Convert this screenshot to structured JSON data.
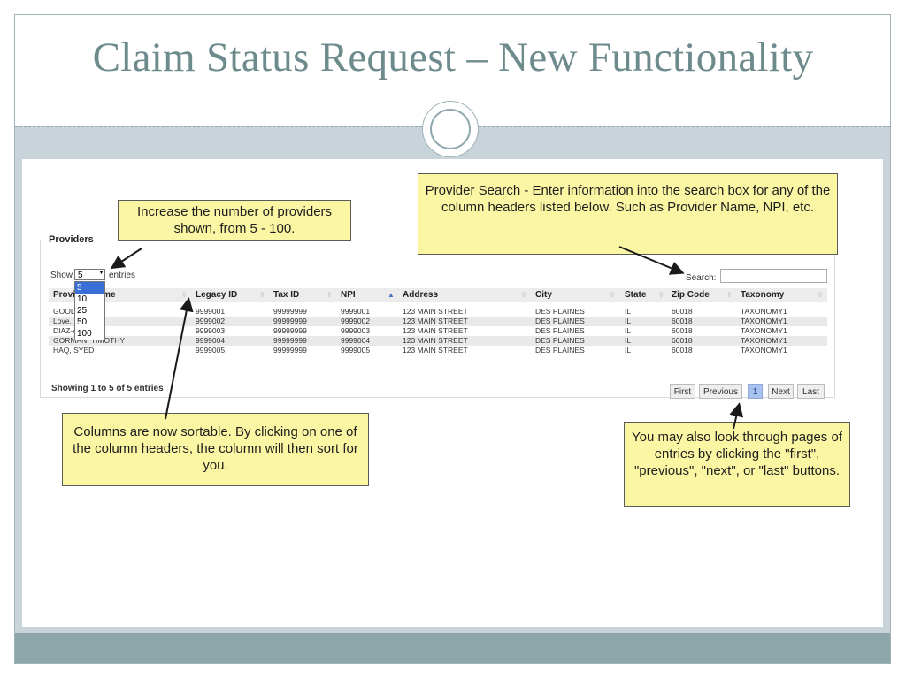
{
  "slide": {
    "title": "Claim Status Request – New Functionality"
  },
  "providers": {
    "legend": "Providers",
    "show_label": "Show",
    "entries_label": "entries",
    "page_size_selected": "5",
    "page_size_options": [
      "5",
      "10",
      "25",
      "50",
      "100"
    ],
    "search_label": "Search:",
    "search_value": "",
    "columns": [
      "Provider Name",
      "Legacy ID",
      "Tax ID",
      "NPI",
      "Address",
      "City",
      "State",
      "Zip Code",
      "Taxonomy"
    ],
    "sorted_column": "NPI",
    "rows": [
      [
        "GOOD, ",
        "9999001",
        "99999999",
        "9999001",
        "123 MAIN STREET",
        "DES PLAINES",
        "IL",
        "60018",
        "TAXONOMY1"
      ],
      [
        "Love, ",
        "9999002",
        "99999999",
        "9999002",
        "123 MAIN STREET",
        "DES PLAINES",
        "IL",
        "60018",
        "TAXONOMY1"
      ],
      [
        "DIAZ-ALBERT",
        "9999003",
        "99999999",
        "9999003",
        "123 MAIN STREET",
        "DES PLAINES",
        "IL",
        "60018",
        "TAXONOMY1"
      ],
      [
        "GORMAN, TIMOTHY",
        "9999004",
        "99999999",
        "9999004",
        "123 MAIN STREET",
        "DES PLAINES",
        "IL",
        "60018",
        "TAXONOMY1"
      ],
      [
        "HAQ, SYED",
        "9999005",
        "99999999",
        "9999005",
        "123 MAIN STREET",
        "DES PLAINES",
        "IL",
        "60018",
        "TAXONOMY1"
      ]
    ],
    "showing_info": "Showing 1 to 5 of 5 entries",
    "pager": {
      "first": "First",
      "previous": "Previous",
      "current": "1",
      "next": "Next",
      "last": "Last"
    }
  },
  "callouts": {
    "page_size": "Increase the number of providers shown, from 5 - 100.",
    "search": "Provider Search - Enter information into the search box for any of the column headers listed below.  Such as Provider Name, NPI, etc.",
    "sortable": "Columns are now sortable.  By clicking on one of the column headers, the column will then sort for you.",
    "paging": "You may also look through pages of entries by clicking the \"first\", \"previous\", \"next\", or \"last\" buttons."
  },
  "colors": {
    "title": "#6d8a8d",
    "callout_fill": "#fbf6a3",
    "frame": "#c8d4d9",
    "footer": "#8da7a9",
    "sort_active": "#4a73c9"
  }
}
